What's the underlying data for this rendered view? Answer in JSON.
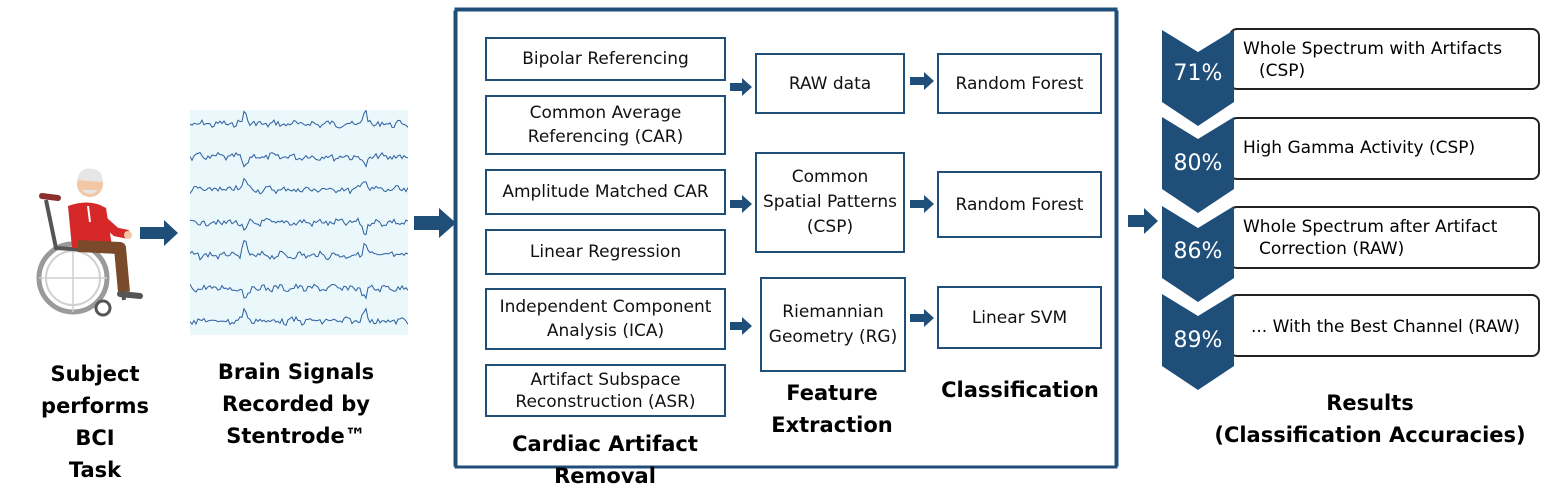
{
  "colors": {
    "arrow": "#1f4e79",
    "chevron": "#1f4e79",
    "box_border": "#1f4e79",
    "signal": "#2c5e9e"
  },
  "subject": {
    "label": "Subject performs BCI Task",
    "lines": [
      "Subject",
      "performs BCI",
      "Task"
    ],
    "icon": "wheelchair-user-icon"
  },
  "signals": {
    "lines": [
      "Brain Signals",
      "Recorded by",
      "Stentrode™"
    ]
  },
  "artifact_removal": {
    "label": "Cardiac Artifact Removal",
    "methods": [
      {
        "lines": [
          "Bipolar Referencing"
        ]
      },
      {
        "lines": [
          "Common Average",
          "Referencing (CAR)"
        ]
      },
      {
        "lines": [
          "Amplitude Matched CAR"
        ]
      },
      {
        "lines": [
          "Linear Regression"
        ]
      },
      {
        "lines": [
          "Independent Component",
          "Analysis (ICA)"
        ]
      },
      {
        "lines": [
          "Artifact Subspace",
          "Reconstruction (ASR)"
        ]
      }
    ]
  },
  "feature_extraction": {
    "label_lines": [
      "Feature",
      "Extraction"
    ],
    "items": [
      {
        "lines": [
          "RAW data"
        ]
      },
      {
        "lines": [
          "Common",
          "Spatial Patterns",
          "(CSP)"
        ]
      },
      {
        "lines": [
          "Riemannian",
          "Geometry (RG)"
        ]
      }
    ]
  },
  "classification": {
    "label": "Classification",
    "items": [
      {
        "lines": [
          "Random Forest"
        ]
      },
      {
        "lines": [
          "Random Forest"
        ]
      },
      {
        "lines": [
          "Linear SVM"
        ]
      }
    ]
  },
  "results": {
    "label_lines": [
      "Results",
      "(Classification Accuracies)"
    ],
    "items": [
      {
        "percent": "71%",
        "lines": [
          "Whole Spectrum with Artifacts",
          "(CSP)"
        ]
      },
      {
        "percent": "80%",
        "lines": [
          "High Gamma Activity (CSP)"
        ]
      },
      {
        "percent": "86%",
        "lines": [
          "Whole Spectrum after Artifact",
          "Correction (RAW)"
        ]
      },
      {
        "percent": "89%",
        "lines": [
          "... With the Best Channel (RAW)"
        ]
      }
    ]
  }
}
